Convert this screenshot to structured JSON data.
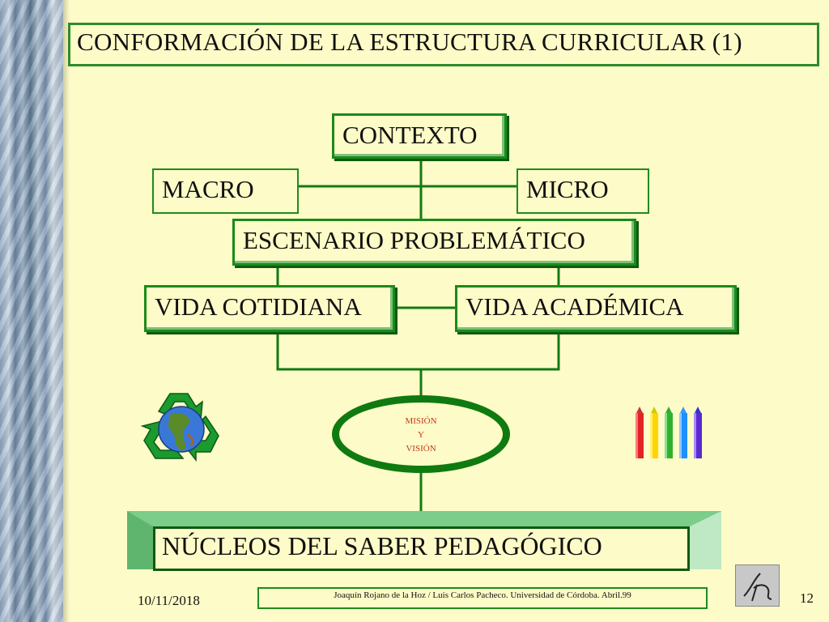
{
  "title": "CONFORMACIÓN DE LA ESTRUCTURA CURRICULAR (1)",
  "nodes": {
    "contexto": "CONTEXTO",
    "macro": "MACRO",
    "micro": "MICRO",
    "escenario": "ESCENARIO PROBLEMÁTICO",
    "vida_cotidiana": "VIDA COTIDIANA",
    "vida_academica": "VIDA ACADÉMICA",
    "mision": [
      "MISIÓN",
      "Y",
      "VISIÓN"
    ],
    "nucleos": "NÚCLEOS DEL SABER PEDAGÓGICO"
  },
  "footer": {
    "credit": "Joaquín Rojano de la Hoz / Luis Carlos Pacheco. Universidad de Córdoba. Abril.99",
    "date": "10/11/2018",
    "page": "12"
  },
  "icons": [
    "recycle-globe-icon",
    "colored-pencils-icon",
    "author-logo-icon"
  ],
  "colors": {
    "background": "#fdfbc7",
    "border_green": "#1f8a1f",
    "banner_fill": "#99d9a5",
    "ellipse_text": "#c0391f"
  }
}
